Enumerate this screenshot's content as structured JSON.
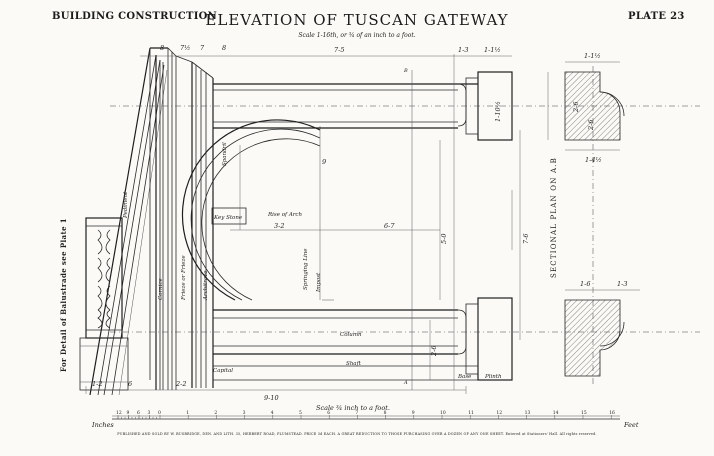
{
  "header": {
    "series": "BUILDING CONSTRUCTION",
    "title": "ELEVATION OF TUSCAN GATEWAY",
    "plate": "PLATE 23",
    "subtitle": "Scale 1-16th, or ¾ of an inch to a foot."
  },
  "side_note": "For Detail of Balustrade see Plate 1",
  "section_label": "SECTIONAL PLAN ON A.B",
  "part_labels": {
    "pediment": "Pediment",
    "cornice": "Cornice",
    "frieze": "Frieze or Frieze",
    "architrave": "Architrave",
    "spandril": "Spandril",
    "key_stone": "Key Stone",
    "rise_of_arch": "Rise of Arch",
    "springing_line": "Springing Line",
    "impost": "Impost",
    "column": "Column",
    "capital": "Capital",
    "shaft": "Shaft",
    "base": "Base",
    "plinth": "Plinth",
    "point_a": "A",
    "point_b": "B"
  },
  "dimensions": {
    "top_1": "8",
    "top_2": "7½",
    "top_3": "7",
    "top_4": "8",
    "top_5": "7-5",
    "top_6": "1-3",
    "top_7": "1-1½",
    "left_1": "1-10½",
    "mid_9": "9",
    "rise": "3-2",
    "span": "6-7",
    "v_height": "7-6",
    "v_springing": "5-0",
    "v_base": "2-6",
    "bot_1": "1-2",
    "bot_2": "6",
    "bot_3": "2-2",
    "bot_total": "9-10",
    "plan_top_h": "1-1½",
    "plan_top_v1": "2-6",
    "plan_top_v2": "2-6",
    "plan_mid": "1-4½",
    "plan_bot_1": "1-6",
    "plan_bot_2": "1-3"
  },
  "scale_bar": {
    "title": "Scale ¾ inch to a foot.",
    "left_label": "Inches",
    "right_label": "Feet",
    "inch_ticks": [
      "12",
      "9",
      "6",
      "3",
      "0"
    ],
    "foot_ticks": [
      "1",
      "2",
      "3",
      "4",
      "5",
      "6",
      "7",
      "8",
      "9",
      "10",
      "11",
      "12",
      "13",
      "14",
      "15",
      "16"
    ]
  },
  "footer": "PUBLISHED AND SOLD BY W. BUSBRIDGE, DEN. AND LITH. 35, HERBERT ROAD, PLUMSTEAD. PRICE 3d EACH. A GREAT REDUCTION TO THOSE PURCHASING OVER A DOZEN OF ANY ONE SHEET. Entered at Stationers' Hall. All rights reserved."
}
